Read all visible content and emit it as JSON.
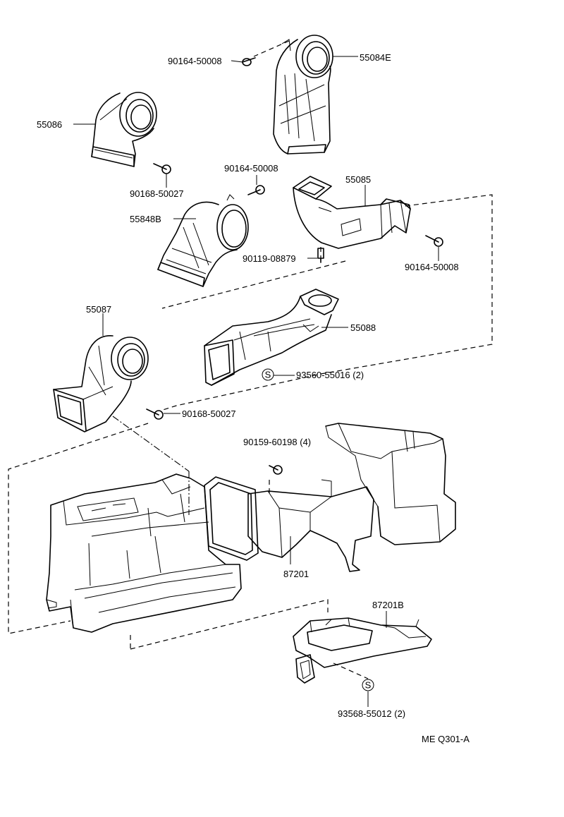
{
  "diagram": {
    "parts": [
      {
        "id": "p1",
        "number": "90164-50008"
      },
      {
        "id": "p2",
        "number": "55084E"
      },
      {
        "id": "p3",
        "number": "55086"
      },
      {
        "id": "p4",
        "number": "90168-50027"
      },
      {
        "id": "p5",
        "number": "90164-50008"
      },
      {
        "id": "p6",
        "number": "55085"
      },
      {
        "id": "p7",
        "number": "55848B"
      },
      {
        "id": "p8",
        "number": "90119-08879"
      },
      {
        "id": "p9",
        "number": "90164-50008"
      },
      {
        "id": "p10",
        "number": "55087"
      },
      {
        "id": "p11",
        "number": "55088"
      },
      {
        "id": "p12",
        "number": "93560-55016 (2)"
      },
      {
        "id": "p13",
        "number": "90168-50027"
      },
      {
        "id": "p14",
        "number": "90159-60198 (4)"
      },
      {
        "id": "p15",
        "number": "87201"
      },
      {
        "id": "p16",
        "number": "87201B"
      },
      {
        "id": "p17",
        "number": "93568-55012 (2)"
      }
    ],
    "symbols": {
      "s1": "S",
      "s2": "S"
    },
    "reference": "ME  Q301-A"
  }
}
